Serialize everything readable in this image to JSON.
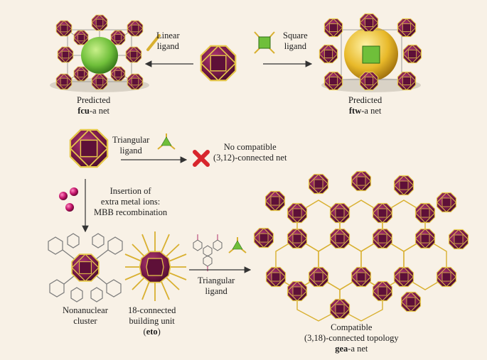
{
  "labels": {
    "linear_1": "Linear",
    "linear_2": "ligand",
    "square_1": "Square",
    "square_2": "ligand",
    "pred_fcu_1": "Predicted",
    "pred_fcu_bold": "fcu",
    "pred_fcu_rest": "-a net",
    "pred_ftw_1": "Predicted",
    "pred_ftw_bold": "ftw",
    "pred_ftw_rest": "-a net",
    "tri_1": "Triangular",
    "tri_2": "ligand",
    "nocomp_1": "No compatible",
    "nocomp_2": "(3,12)-connected net",
    "insert_1": "Insertion of",
    "insert_2": "extra metal ions:",
    "insert_3": "MBB recombination",
    "nona_1": "Nonanuclear",
    "nona_2": "cluster",
    "bu_1": "18-connected",
    "bu_2": "building unit",
    "bu_3_open": "(",
    "bu_3_bold": "eto",
    "bu_3_close": ")",
    "tri2_1": "Triangular",
    "tri2_2": "ligand",
    "comp_1": "Compatible",
    "comp_2": "(3,18)-connected topology",
    "comp_3_bold": "gea",
    "comp_3_rest": "-a net"
  },
  "colors": {
    "background": "#f8f1e6",
    "polyhedron": "#7a1a4a",
    "polyhedron_edge": "#e6c84a",
    "green_sphere": "#6fbf3a",
    "yellow_sphere": "#e8b92a",
    "cross": "#d8262d",
    "metal_ion": "#c4146a"
  }
}
